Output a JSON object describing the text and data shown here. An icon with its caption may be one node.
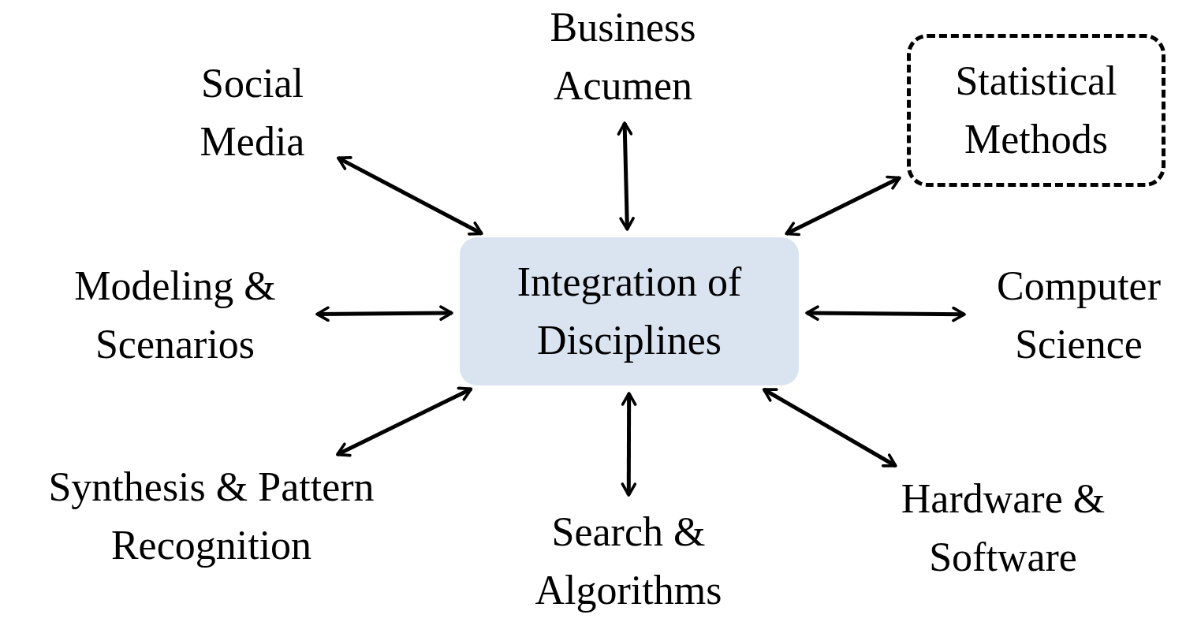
{
  "diagram": {
    "nodes": [
      {
        "text": [
          "Social Media"
        ]
      },
      {
        "text": [
          "Business Acumen"
        ]
      },
      {
        "text": [
          "Statistical Methods"
        ]
      },
      {
        "text": [
          "Modeling & Scenarios"
        ]
      },
      {
        "text": [
          "Integration of Disciplines"
        ]
      },
      {
        "text": [
          "Computer Science"
        ]
      },
      {
        "text": [
          "Synthesis & Pattern Recognition"
        ]
      },
      {
        "text": [
          "Search & Algorithms"
        ]
      },
      {
        "text": [
          "Hardware & Software"
        ]
      }
    ],
    "edges": [
      {
        "from": 4,
        "to": 0,
        "arrow": "both"
      },
      {
        "from": 4,
        "to": 1,
        "arrow": "both"
      },
      {
        "from": 4,
        "to": 2,
        "arrow": "both"
      },
      {
        "from": 4,
        "to": 3,
        "arrow": "both"
      },
      {
        "from": 4,
        "to": 5,
        "arrow": "both"
      },
      {
        "from": 4,
        "to": 6,
        "arrow": "both"
      },
      {
        "from": 4,
        "to": 7,
        "arrow": "both"
      },
      {
        "from": 4,
        "to": 8,
        "arrow": "both"
      }
    ]
  }
}
